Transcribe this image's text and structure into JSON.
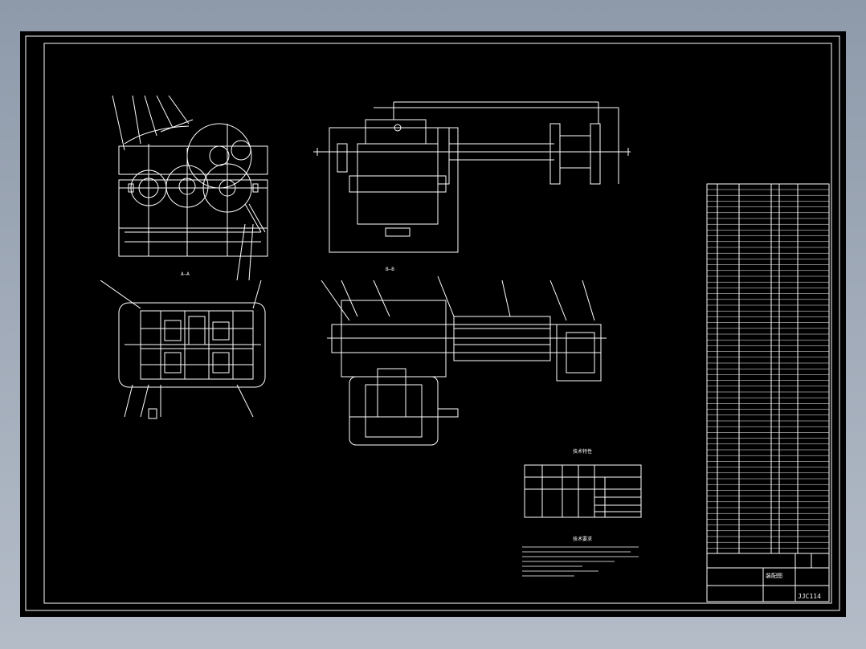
{
  "drawing": {
    "section_aa_label": "A—A",
    "section_bb_label": "B—B",
    "table_title": "技术特性",
    "notes_title": "技术要求",
    "title_block": {
      "drawing_name": "装配图",
      "drawing_code": "JJC114"
    }
  },
  "colors": {
    "background": "#000000",
    "lines": "#ffffff",
    "viewport_bg": "#9aa5b3"
  }
}
